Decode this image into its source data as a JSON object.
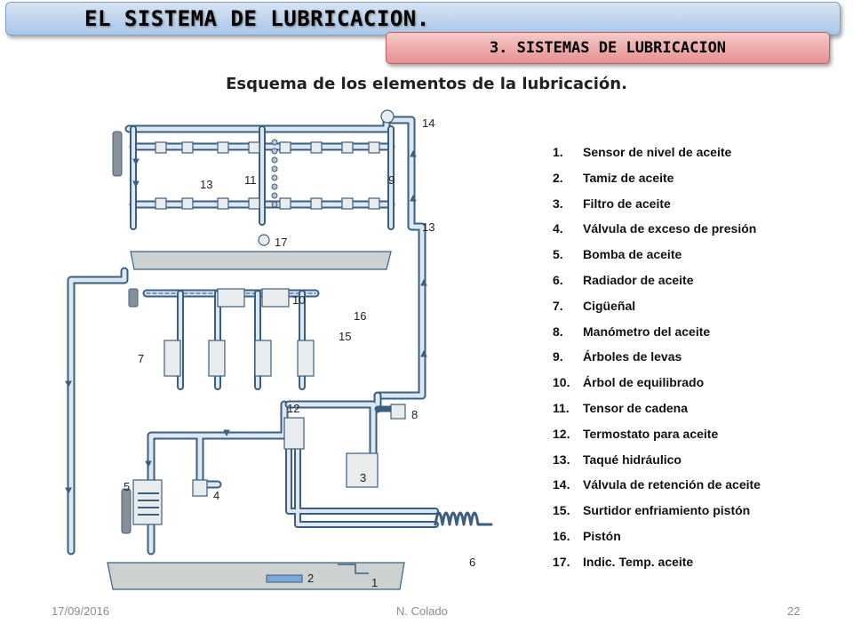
{
  "header": {
    "title": "EL SISTEMA DE LUBRICACION.",
    "subtitle": "3. SISTEMAS DE LUBRICACION"
  },
  "heading": "Esquema de los elementos de la lubricación.",
  "diagram": {
    "callouts": [
      "14",
      "9",
      "13",
      "11",
      "13",
      "17",
      "10",
      "16",
      "15",
      "7",
      "12",
      "8",
      "3",
      "5",
      "4",
      "6",
      "2",
      "1"
    ]
  },
  "legend": [
    {
      "num": "1.",
      "text": "Sensor de nivel de aceite"
    },
    {
      "num": "2.",
      "text": "Tamiz de aceite"
    },
    {
      "num": "3.",
      "text": "Filtro de aceite"
    },
    {
      "num": "4.",
      "text": "Válvula de exceso de presión"
    },
    {
      "num": "5.",
      "text": "Bomba de aceite"
    },
    {
      "num": "6.",
      "text": "Radiador de aceite"
    },
    {
      "num": "7.",
      "text": "Cigüeñal"
    },
    {
      "num": "8.",
      "text": "Manómetro del aceite"
    },
    {
      "num": "9.",
      "text": "Árboles de levas"
    },
    {
      "num": "10.",
      "text": "Árbol de equilibrado"
    },
    {
      "num": "11.",
      "text": "Tensor de cadena"
    },
    {
      "num": "12.",
      "text": "Termostato para aceite"
    },
    {
      "num": "13.",
      "text": "Taqué hidráulico"
    },
    {
      "num": "14.",
      "text": "Válvula de retención de aceite"
    },
    {
      "num": "15.",
      "text": "Surtidor enfriamiento pistón"
    },
    {
      "num": "16.",
      "text": "Pistón"
    },
    {
      "num": "17.",
      "text": "Indic. Temp. aceite"
    }
  ],
  "footer": {
    "date": "17/09/2016",
    "author": "N. Colado",
    "page": "22"
  },
  "colors": {
    "title_banner": "#a9c6e8",
    "subtitle_banner": "#e59090",
    "pipe_fill": "#dbe8f2",
    "pipe_stroke": "#3c5f80",
    "component_fill": "#e9ecec",
    "sump_fill": "#ced1d1"
  }
}
